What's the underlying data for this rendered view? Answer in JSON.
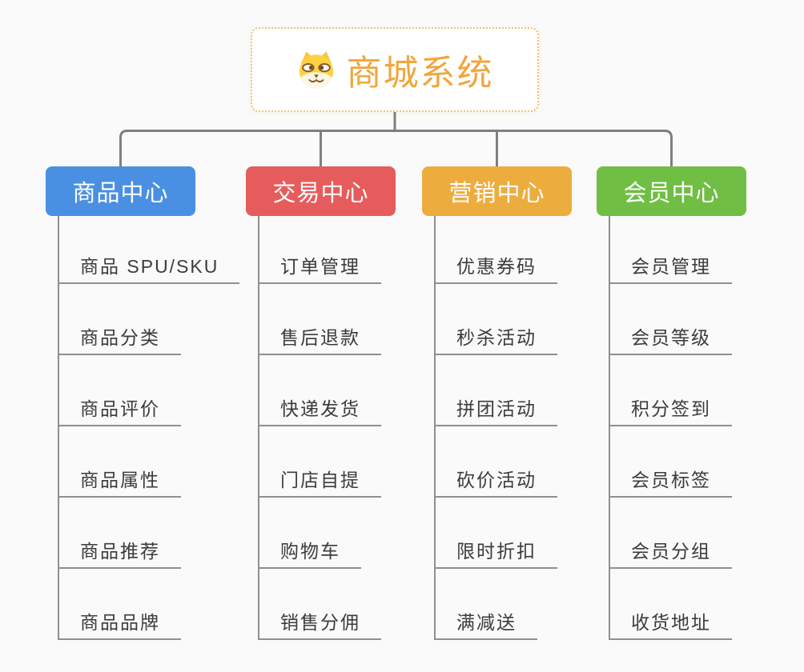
{
  "page": {
    "background": "#fafafa"
  },
  "root": {
    "title": "商城系统",
    "icon": "shiba-dog-icon",
    "text_color": "#f0a63c",
    "border_color": "#f3c06b"
  },
  "connector_color": "#7f7f7f",
  "line_color": "#8f8f8f",
  "branches": [
    {
      "label": "商品中心",
      "color": "#4a90e2",
      "children": [
        "商品 SPU/SKU",
        "商品分类",
        "商品评价",
        "商品属性",
        "商品推荐",
        "商品品牌"
      ]
    },
    {
      "label": "交易中心",
      "color": "#e65c5c",
      "children": [
        "订单管理",
        "售后退款",
        "快递发货",
        "门店自提",
        "购物车",
        "销售分佣"
      ]
    },
    {
      "label": "营销中心",
      "color": "#edad3e",
      "children": [
        "优惠券码",
        "秒杀活动",
        "拼团活动",
        "砍价活动",
        "限时折扣",
        "满减送"
      ]
    },
    {
      "label": "会员中心",
      "color": "#70be44",
      "children": [
        "会员管理",
        "会员等级",
        "积分签到",
        "会员标签",
        "会员分组",
        "收货地址"
      ]
    }
  ]
}
